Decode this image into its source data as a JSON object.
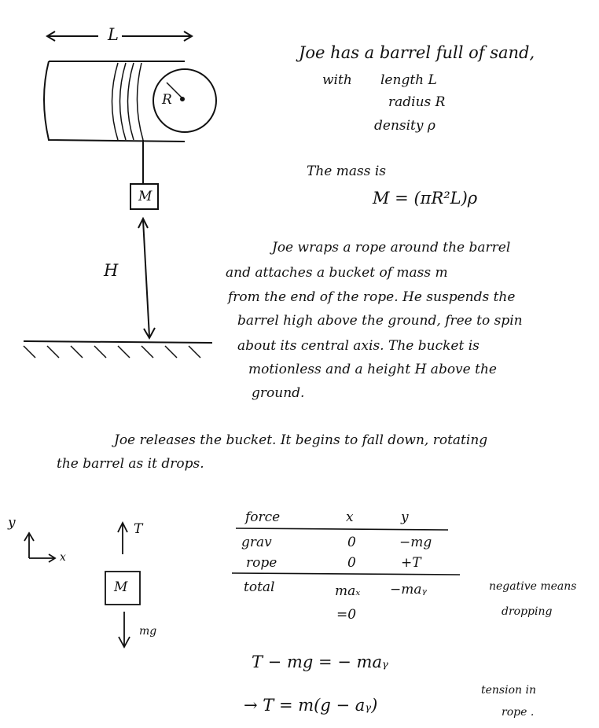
{
  "diagram": {
    "length_label": "L",
    "radius_label": "R",
    "mass_label": "M",
    "height_label": "H"
  },
  "intro": {
    "line1": "Joe has a barrel full of sand,",
    "with": "with",
    "length": "length L",
    "radius": "radius R",
    "density": "density ρ",
    "mass_intro": "The mass is",
    "mass_formula": "M = (πR²L)ρ"
  },
  "paragraph": [
    "Joe wraps a rope around the barrel",
    "and attaches a bucket of mass  m",
    "from the end of the rope. He suspends the",
    "barrel high above the ground, free to spin",
    "about its central axis. The bucket is",
    "motionless and a height  H  above the",
    "ground."
  ],
  "release": [
    "Joe releases the bucket. It begins to fall down, rotating",
    "the barrel as it drops."
  ],
  "fbd": {
    "y_axis": "y",
    "x_axis": "x",
    "tension": "T",
    "mass": "M",
    "weight": "mg"
  },
  "table": {
    "headers": [
      "force",
      "x",
      "y"
    ],
    "rows": [
      [
        "grav",
        "0",
        "−mg"
      ],
      [
        "rope",
        "0",
        "+T"
      ]
    ],
    "total": [
      "total",
      "maₓ",
      "−maᵧ"
    ],
    "total_x_note": "=0"
  },
  "note": [
    "negative means",
    "dropping"
  ],
  "equations": [
    "T − mg = − maᵧ",
    "→  T  =  m(g − aᵧ)"
  ],
  "tension_note": [
    "tension in",
    "rope ."
  ]
}
